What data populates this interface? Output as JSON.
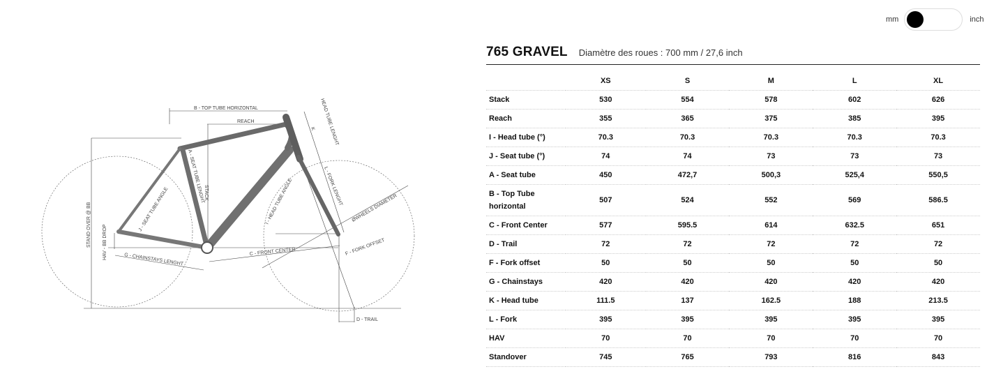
{
  "unit_toggle": {
    "left_label": "mm",
    "right_label": "inch",
    "selected": "mm"
  },
  "header": {
    "title": "765 GRAVEL",
    "subtitle": "Diamètre des roues : 700 mm / 27,6 inch"
  },
  "diagram": {
    "labels": {
      "top_tube": "B - TOP TUBE HORIZONTAL",
      "reach": "REACH",
      "stack": "STACK",
      "head_tube_length": "HEAD TUBE LENGHT",
      "k": "K",
      "seat_tube_length": "A - SEAT TUBE LENGHT",
      "seat_tube_angle": "J - SEAT TUBE ANGLE",
      "head_tube_angle": "I - HEAD TUBE ANGLE",
      "fork_length": "L - FORK LENGHT",
      "wheels_diameter": "ØWHEELS DIAMETER",
      "fork_offset": "F - FORK OFFSET",
      "front_center": "C - FRONT CENTER",
      "chainstays": "G - CHAINSTAYS LENGHT",
      "bb_drop": "HAV - BB DROP",
      "stand_over": "STAND OVER @ BB",
      "trail": "D - TRAIL"
    }
  },
  "table": {
    "columns": [
      "XS",
      "S",
      "M",
      "L",
      "XL"
    ],
    "rows": [
      {
        "label": "Stack",
        "values": [
          "530",
          "554",
          "578",
          "602",
          "626"
        ]
      },
      {
        "label": "Reach",
        "values": [
          "355",
          "365",
          "375",
          "385",
          "395"
        ]
      },
      {
        "label": "I - Head tube (°)",
        "values": [
          "70.3",
          "70.3",
          "70.3",
          "70.3",
          "70.3"
        ]
      },
      {
        "label": "J - Seat tube (°)",
        "values": [
          "74",
          "74",
          "73",
          "73",
          "73"
        ]
      },
      {
        "label": "A - Seat tube",
        "values": [
          "450",
          "472,7",
          "500,3",
          "525,4",
          "550,5"
        ]
      },
      {
        "label": "B - Top Tube horizontal",
        "values": [
          "507",
          "524",
          "552",
          "569",
          "586.5"
        ]
      },
      {
        "label": "C - Front Center",
        "values": [
          "577",
          "595.5",
          "614",
          "632.5",
          "651"
        ]
      },
      {
        "label": "D - Trail",
        "values": [
          "72",
          "72",
          "72",
          "72",
          "72"
        ]
      },
      {
        "label": "F - Fork offset",
        "values": [
          "50",
          "50",
          "50",
          "50",
          "50"
        ]
      },
      {
        "label": "G - Chainstays",
        "values": [
          "420",
          "420",
          "420",
          "420",
          "420"
        ]
      },
      {
        "label": "K - Head tube",
        "values": [
          "111.5",
          "137",
          "162.5",
          "188",
          "213.5"
        ]
      },
      {
        "label": "L - Fork",
        "values": [
          "395",
          "395",
          "395",
          "395",
          "395"
        ]
      },
      {
        "label": "HAV",
        "values": [
          "70",
          "70",
          "70",
          "70",
          "70"
        ]
      },
      {
        "label": "Standover",
        "values": [
          "745",
          "765",
          "793",
          "816",
          "843"
        ]
      }
    ]
  }
}
